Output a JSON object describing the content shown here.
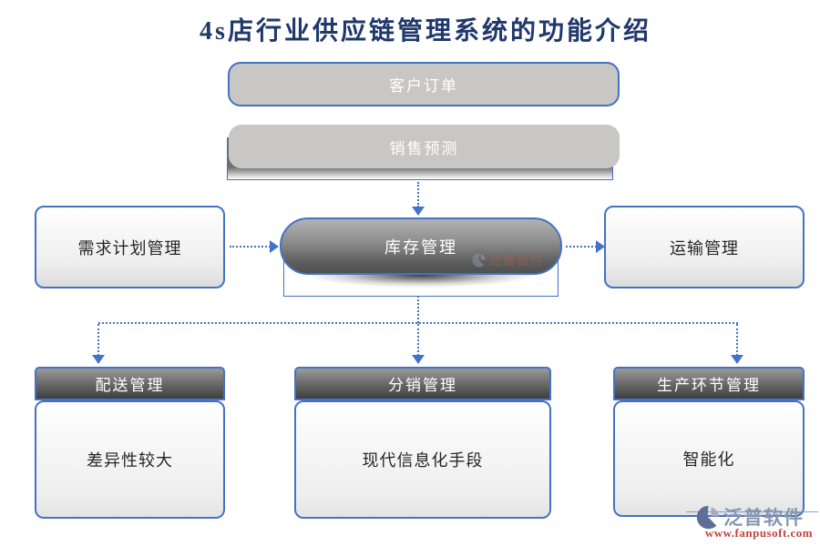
{
  "title": "4s店行业供应链管理系统的功能介绍",
  "nodes": {
    "customer_order": {
      "label": "客户订单"
    },
    "sales_forecast": {
      "label": "销售预测"
    },
    "demand_planning": {
      "label": "需求计划管理"
    },
    "inventory": {
      "label": "库存管理"
    },
    "transport": {
      "label": "运输管理"
    },
    "delivery": {
      "header": "配送管理",
      "body": "差异性较大"
    },
    "distribution": {
      "header": "分销管理",
      "body": "现代信息化手段"
    },
    "production": {
      "header": "生产环节管理",
      "body": "智能化"
    }
  },
  "branding": {
    "name": "泛普软件",
    "url": "www.fanpusoft.com"
  },
  "icons": {
    "fanpu_logo": "dual-swoosh-circle"
  },
  "colors": {
    "accent_blue": "#4472C4",
    "title_navy": "#20386B",
    "box_gray": "#C9C6C6",
    "dark_node_top": "#B2B2B2",
    "dark_node_bottom": "#505050",
    "brand_blue_gray": "#8496B0",
    "brand_url_red": "#C0443C"
  }
}
